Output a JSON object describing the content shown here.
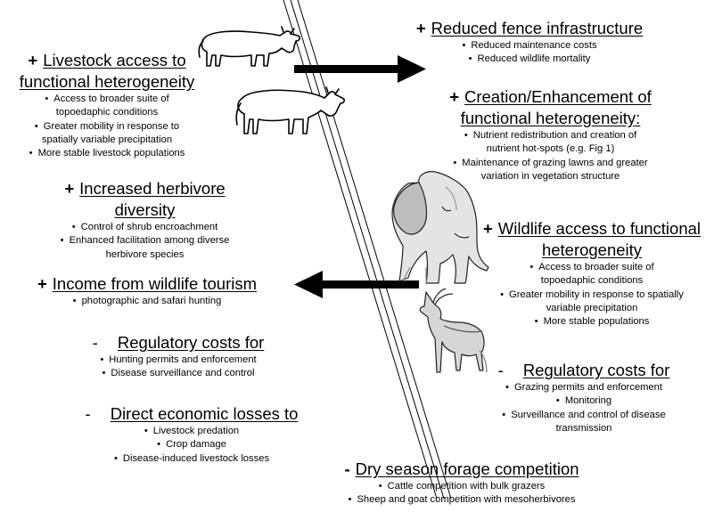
{
  "left": {
    "livestock_access": {
      "sign": "+",
      "title_line1": "Livestock access to",
      "title_line2": "functional heterogeneity",
      "bullets": [
        "Access to broader suite of",
        "topoedaphic conditions",
        "Greater mobility in response to",
        "spatially variable precipitation",
        "More stable livestock populations"
      ]
    },
    "herbivore_diversity": {
      "sign": "+",
      "title_line1": "Increased herbivore",
      "title_line2": "diversity",
      "bullets": [
        "Control of shrub encroachment",
        "Enhanced facilitation among diverse",
        "herbivore species"
      ]
    },
    "wildlife_tourism": {
      "sign": "+",
      "title": "Income from wildlife tourism",
      "bullets": [
        "photographic and safari hunting"
      ]
    },
    "regulatory_costs": {
      "sign": "-",
      "title": "Regulatory costs for",
      "bullets": [
        "Hunting permits and enforcement",
        "Disease surveillance and control"
      ]
    },
    "economic_losses": {
      "sign": "-",
      "title": "Direct economic losses to",
      "bullets": [
        "Livestock predation",
        "Crop damage",
        "Disease-induced livestock losses"
      ]
    }
  },
  "right": {
    "fence": {
      "sign": "+",
      "title": "Reduced fence infrastructure",
      "bullets": [
        "Reduced maintenance costs",
        "Reduced wildlife mortality"
      ]
    },
    "heterogeneity": {
      "sign": "+",
      "title_line1": "Creation/Enhancement of",
      "title_line2": "functional heterogeneity:",
      "bullets": [
        "Nutrient redistribution and creation of",
        "nutrient hot-spots (e.g. Fig 1)",
        "Maintenance of grazing lawns and greater",
        "variation in vegetation structure"
      ]
    },
    "wildlife_access": {
      "sign": "+",
      "title_line1": "Wildlife access to functional",
      "title_line2": "heterogeneity",
      "bullets": [
        "Access to broader suite of",
        "topoedaphic conditions",
        "Greater mobility in response to spatially",
        "variable precipitation",
        "More stable populations"
      ]
    },
    "regulatory_costs": {
      "sign": "-",
      "title": "Regulatory costs for",
      "bullets": [
        "Grazing permits and enforcement",
        "Monitoring",
        "Surveillance and control of disease",
        "transmission"
      ]
    }
  },
  "bottom": {
    "forage": {
      "sign": "-",
      "title": "Dry season forage competition",
      "bullets": [
        "Cattle competition with bulk grazers",
        "Sheep and goat competition with mesoherbivores"
      ]
    }
  },
  "bullet_glyph": "•",
  "icons": {
    "cattle_top": "cattle-icon",
    "cattle_bottom": "cattle-icon",
    "elephant": "elephant-icon",
    "gazelle": "gazelle-icon",
    "arrow_right": "arrow-right-icon",
    "arrow_left": "arrow-left-icon"
  }
}
